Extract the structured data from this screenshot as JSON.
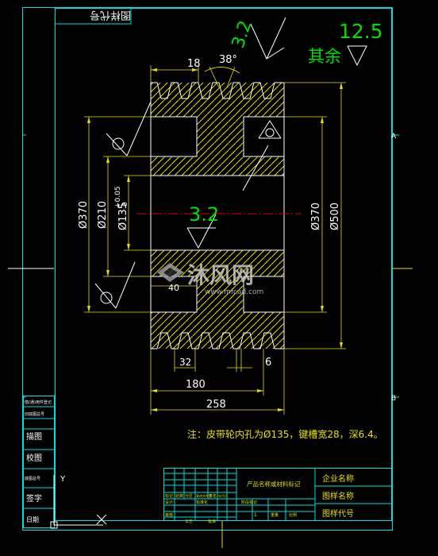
{
  "drawing": {
    "stamp_text": "图样代号",
    "roughness_main": "3.2",
    "roughness_center": "3.2",
    "roughness_rest": "12.5",
    "rest_label": "其余",
    "dims": {
      "tooth_width": "18",
      "groove_angle": "38°",
      "dia_370_left": "Ø370",
      "dia_210": "Ø210",
      "dia_135": "Ø135",
      "tol_upper": "+0.05",
      "tol_lower": "0",
      "dia_370_right": "Ø370",
      "dia_500": "Ø500",
      "hub_40": "40",
      "pitch_32": "32",
      "dim_6": "6",
      "dim_180": "180",
      "dim_258": "258"
    },
    "note": "注：皮带轮内孔为Ø135，键槽宽28，深6.4。"
  },
  "left_table": {
    "rows": [
      "借(通)用件登记",
      "旧底图总号",
      "描图",
      "校图",
      "底图总号",
      "签字",
      "日期"
    ]
  },
  "title_block": {
    "product_name": "产品名称或材料标记",
    "company": "企业名称",
    "drawing_name": "图样名称",
    "drawing_code": "图样代号",
    "cols": [
      "标记",
      "处数",
      "分区",
      "更改文件号",
      "签名",
      "年月日"
    ],
    "row_labels": [
      "设计",
      "标准化",
      "审核",
      "工艺",
      "批准"
    ],
    "stage_label": "阶段标记",
    "weight_label": "重量",
    "scale_label": "比例",
    "stage_value": "1"
  },
  "margin_letters": {
    "right_a": "A",
    "right_b": "B"
  },
  "watermark": {
    "brand": "沐风网",
    "url": "www.mfcad.com"
  },
  "axis_label": "Y",
  "colors": {
    "frame": "#00dede",
    "yellow": "#e8e000",
    "white": "#ffffff",
    "green": "#00e000",
    "red": "#e00000"
  }
}
